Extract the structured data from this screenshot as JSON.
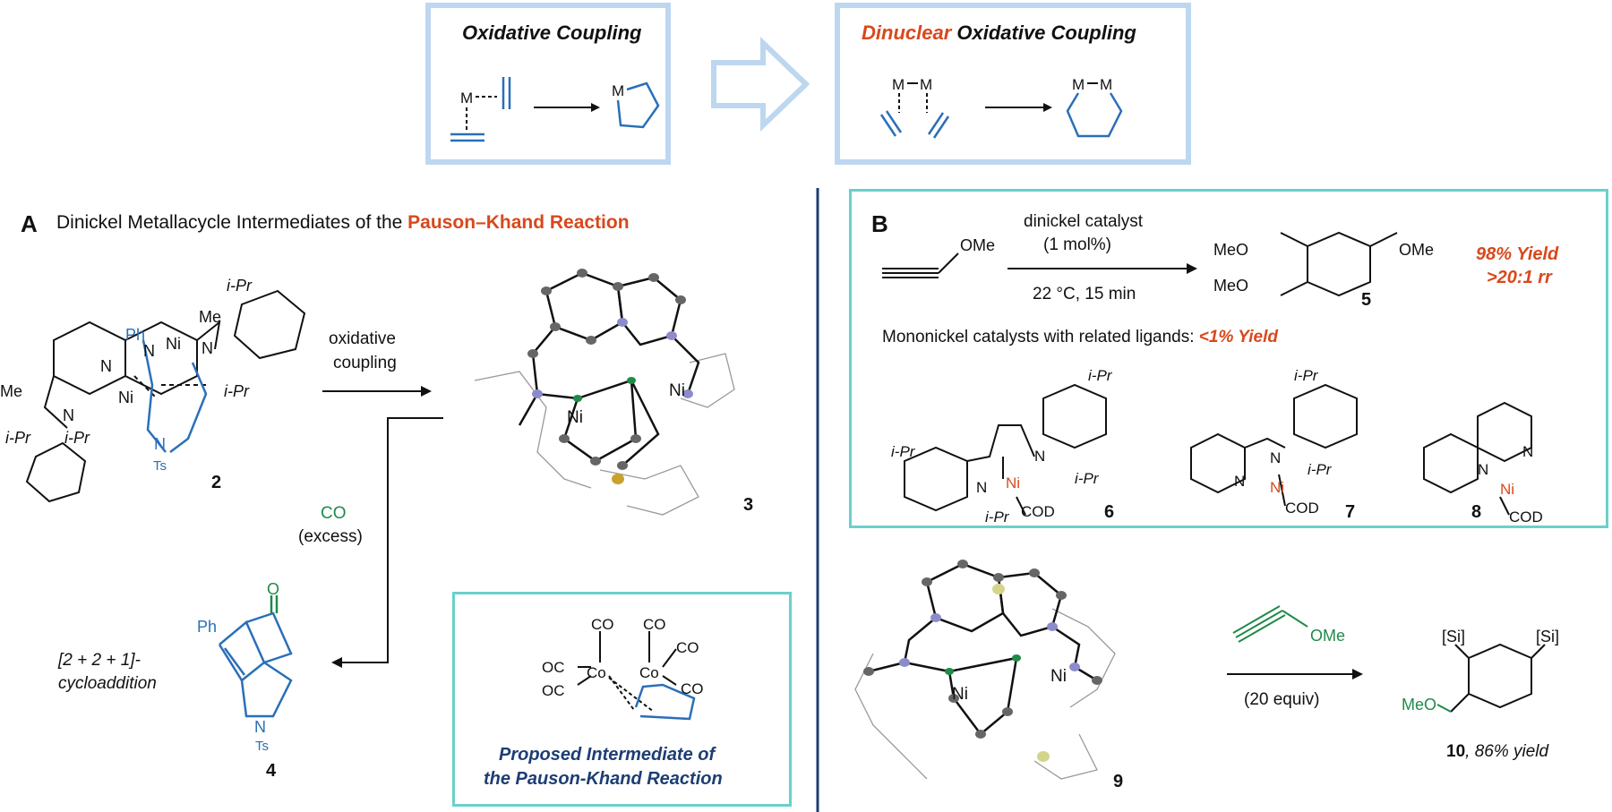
{
  "top": {
    "left_title": "Oxidative Coupling",
    "right_title_highlight": "Dinuclear",
    "right_title_rest": " Oxidative Coupling"
  },
  "panelA": {
    "letter": "A",
    "heading": "Dinickel Metallacycle Intermediates of the ",
    "heading_highlight": "Pauson–Khand Reaction",
    "arrow_label_line1": "oxidative",
    "arrow_label_line2": "coupling",
    "co_label": "CO",
    "excess_label": "(excess)",
    "cyclo_line1": "[2 + 2 + 1]-",
    "cyclo_line2": "cycloaddition",
    "compound_2": "2",
    "compound_3": "3",
    "compound_4": "4",
    "ni_label": "Ni",
    "inset_caption_line1": "Proposed Intermediate of",
    "inset_caption_line2": "the Pauson-Khand Reaction"
  },
  "panelB": {
    "letter": "B",
    "catalyst_line1": "dinickel catalyst",
    "catalyst_line2": "(1 mol%)",
    "conditions": "22 °C, 15 min",
    "yield_line1": "98% Yield",
    "yield_line2": ">20:1 rr",
    "compound_5": "5",
    "mono_text": "Mononickel catalysts with related ligands: ",
    "mono_yield": "<1% Yield",
    "compound_6": "6",
    "compound_7": "7",
    "compound_8": "8",
    "compound_9": "9",
    "equiv_label": "(20 equiv)",
    "compound_10": "10",
    "yield_10": ", 86% yield"
  },
  "colors": {
    "light_blue_box": "#bdd7f0",
    "teal_box": "#6ad0cc",
    "orange": "#d9481c",
    "green": "#1f8a4a",
    "navy": "#1d3e73",
    "bond_blue": "#2a6fb8"
  }
}
